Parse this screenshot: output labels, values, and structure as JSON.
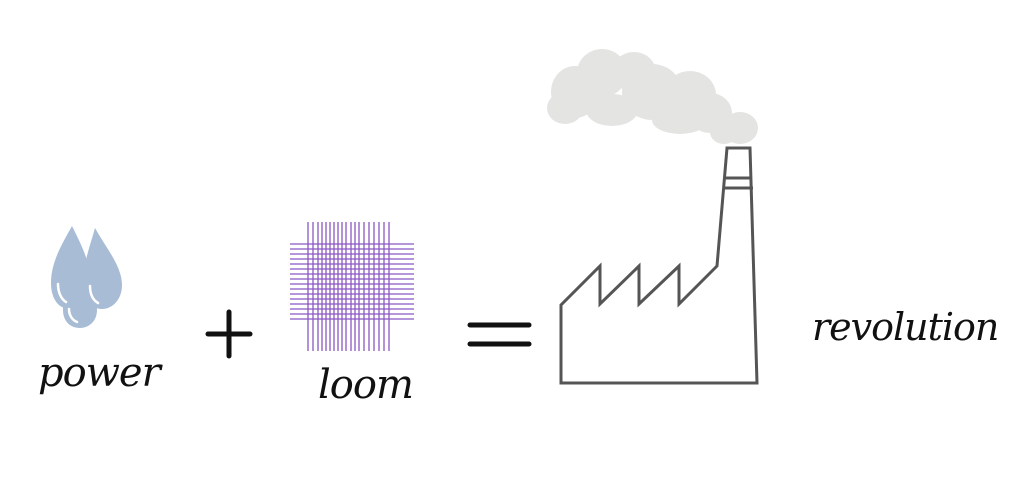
{
  "labels": {
    "power": "power",
    "loom": "loom",
    "revolution": "revolution"
  },
  "operators": {
    "plus": "+",
    "equals": "="
  },
  "icons": {
    "power": "water-drops-icon",
    "loom": "woven-grid-icon",
    "revolution": "factory-icon",
    "smoke": "smoke-cloud-icon"
  },
  "colors": {
    "drops_fill": "#a9bcd6",
    "drops_highlight": "#ffffff",
    "weave": "#8a57c4",
    "factory_stroke": "#555555",
    "smoke": "#e4e4e2",
    "operator": "#111111"
  }
}
